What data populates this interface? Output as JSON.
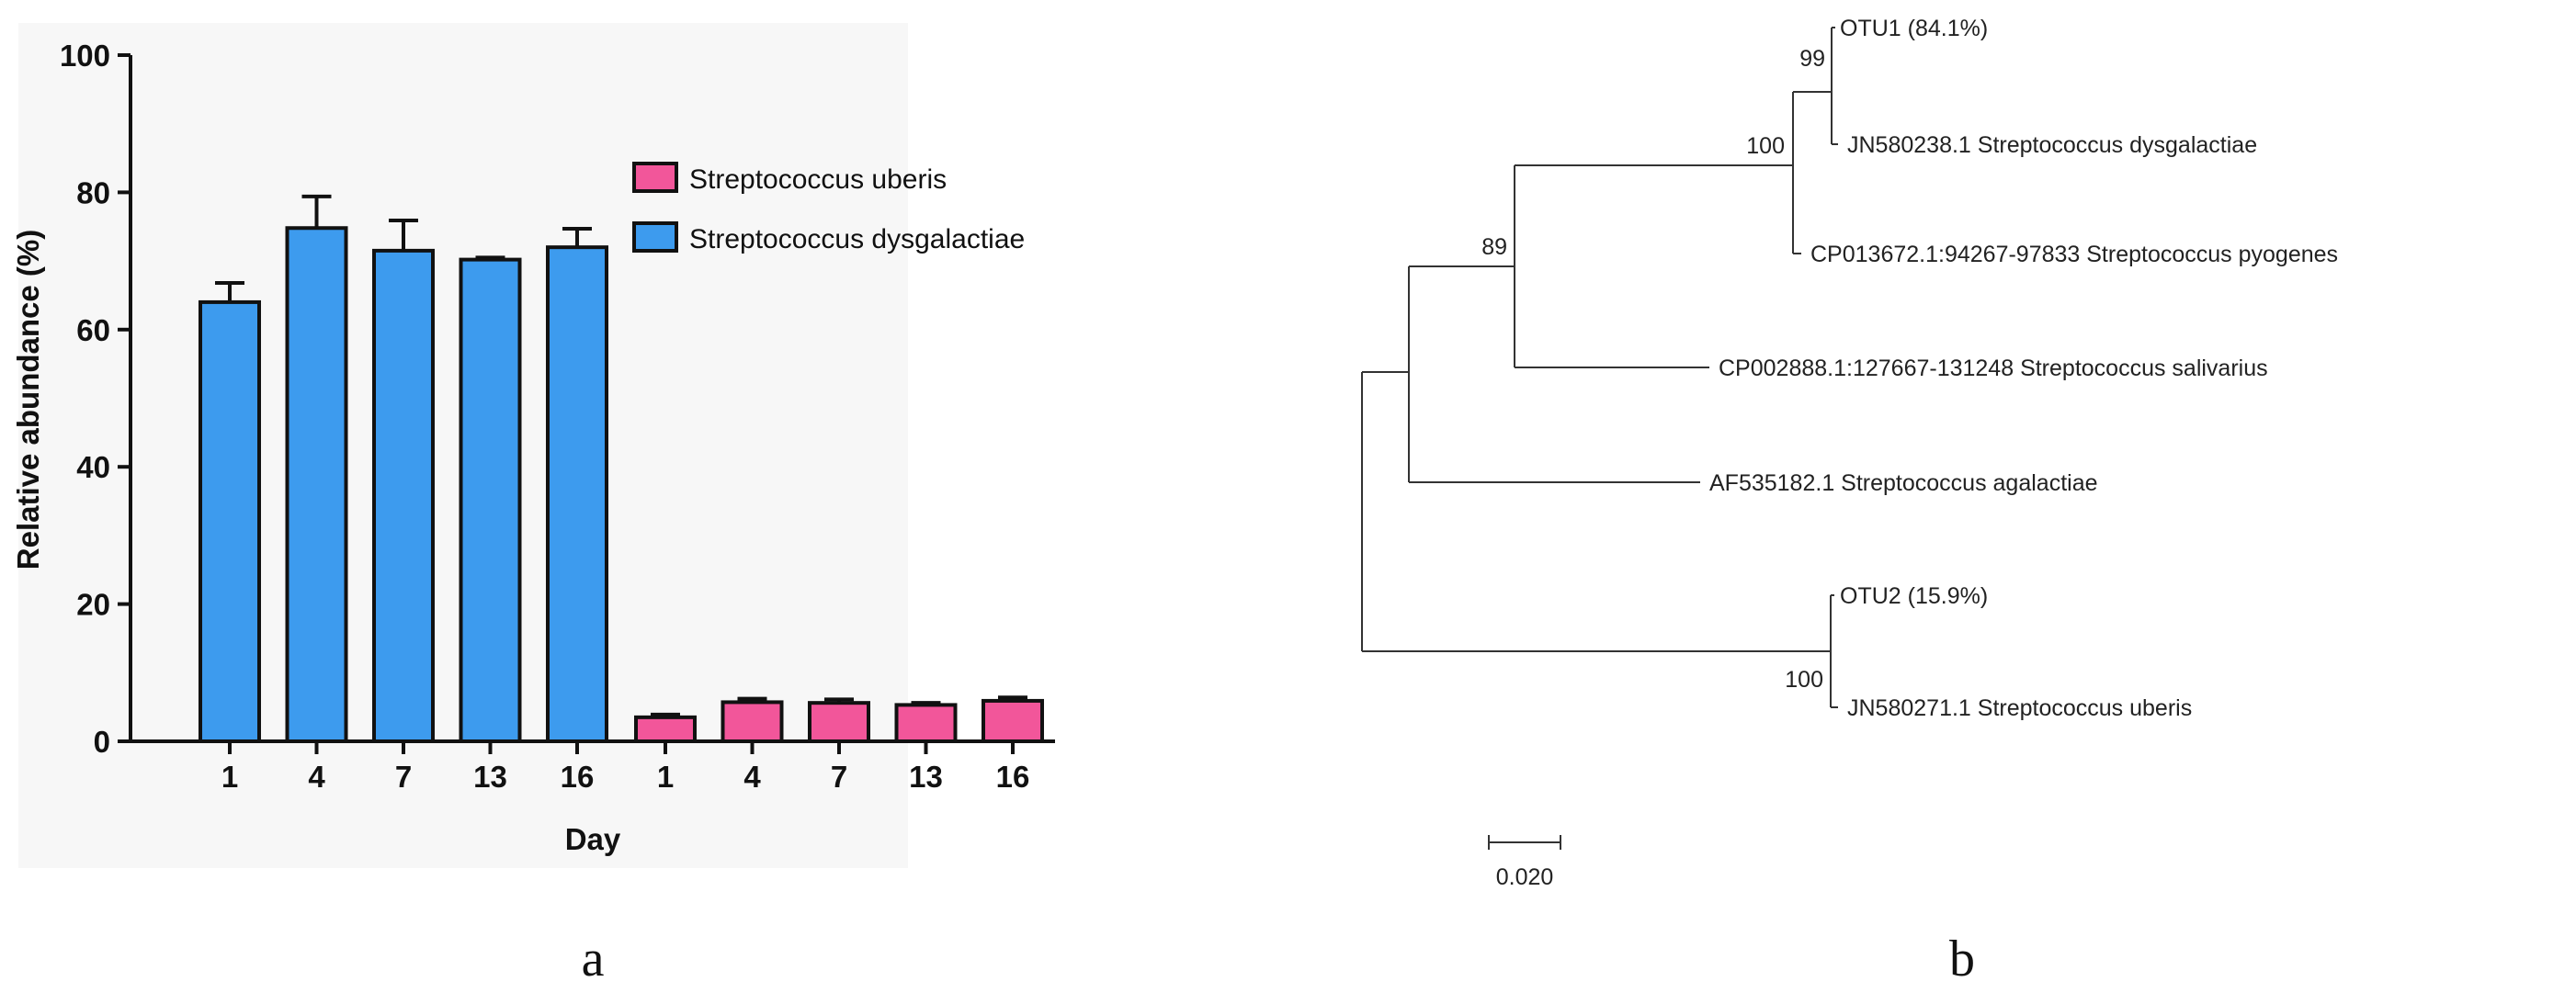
{
  "panel_labels": {
    "a": "a",
    "b": "b"
  },
  "chart_data": [
    {
      "type": "bar",
      "ylabel": "Relative abundance (%)",
      "xlabel": "Day",
      "ylim": [
        0,
        100
      ],
      "yticks": [
        0,
        20,
        40,
        60,
        80,
        100
      ],
      "legend_position": "top-right",
      "series": [
        {
          "name": "Streptococcus uberis",
          "color": "#f2569a",
          "categories": [
            "1",
            "4",
            "7",
            "13",
            "16"
          ],
          "values": [
            3.5,
            5.7,
            5.6,
            5.3,
            5.9
          ],
          "errors": [
            0.4,
            0.5,
            0.5,
            0.3,
            0.5
          ]
        },
        {
          "name": "Streptococcus dysgalactiae",
          "color": "#3d9bee",
          "categories": [
            "1",
            "4",
            "7",
            "13",
            "16"
          ],
          "values": [
            64.0,
            74.8,
            71.5,
            70.2,
            72.0
          ],
          "errors": [
            2.8,
            4.6,
            4.4,
            0.3,
            2.7
          ]
        }
      ],
      "bar_order": [
        "Streptococcus dysgalactiae",
        "Streptococcus uberis"
      ],
      "legend_order": [
        "Streptococcus uberis",
        "Streptococcus dysgalactiae"
      ]
    },
    {
      "type": "phylogenetic-tree",
      "scale_bar": "0.020",
      "tips": [
        "OTU1 (84.1%)",
        "JN580238.1 Streptococcus dysgalactiae",
        "CP013672.1:94267-97833 Streptococcus pyogenes",
        "CP002888.1:127667-131248 Streptococcus salivarius",
        "AF535182.1 Streptococcus agalactiae",
        "OTU2 (15.9%)",
        "JN580271.1 Streptococcus uberis"
      ],
      "bootstrap": [
        "99",
        "100",
        "89",
        "100"
      ]
    }
  ]
}
